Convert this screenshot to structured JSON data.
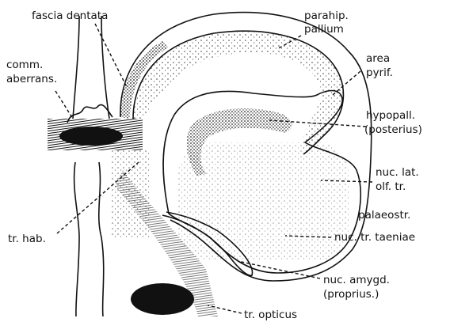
{
  "labels": {
    "fascia_dentata": "fascia dentata",
    "parahip_1": "parahip.",
    "parahip_2": "pallium",
    "comm_1": "comm.",
    "comm_2": "aberrans.",
    "area_1": "area",
    "area_2": "pyrif.",
    "hypopall_1": "hypopall.",
    "hypopall_2": "(posterius)",
    "nuclat_1": "nuc. lat.",
    "nuclat_2": "olf. tr.",
    "palaeostr": "palaeostr.",
    "trhab": "tr. hab.",
    "taeniae": "nuc. tr. taeniae",
    "amygd_1": "nuc. amygd.",
    "amygd_2": "(proprius.)",
    "opticus": "tr. opticus"
  }
}
